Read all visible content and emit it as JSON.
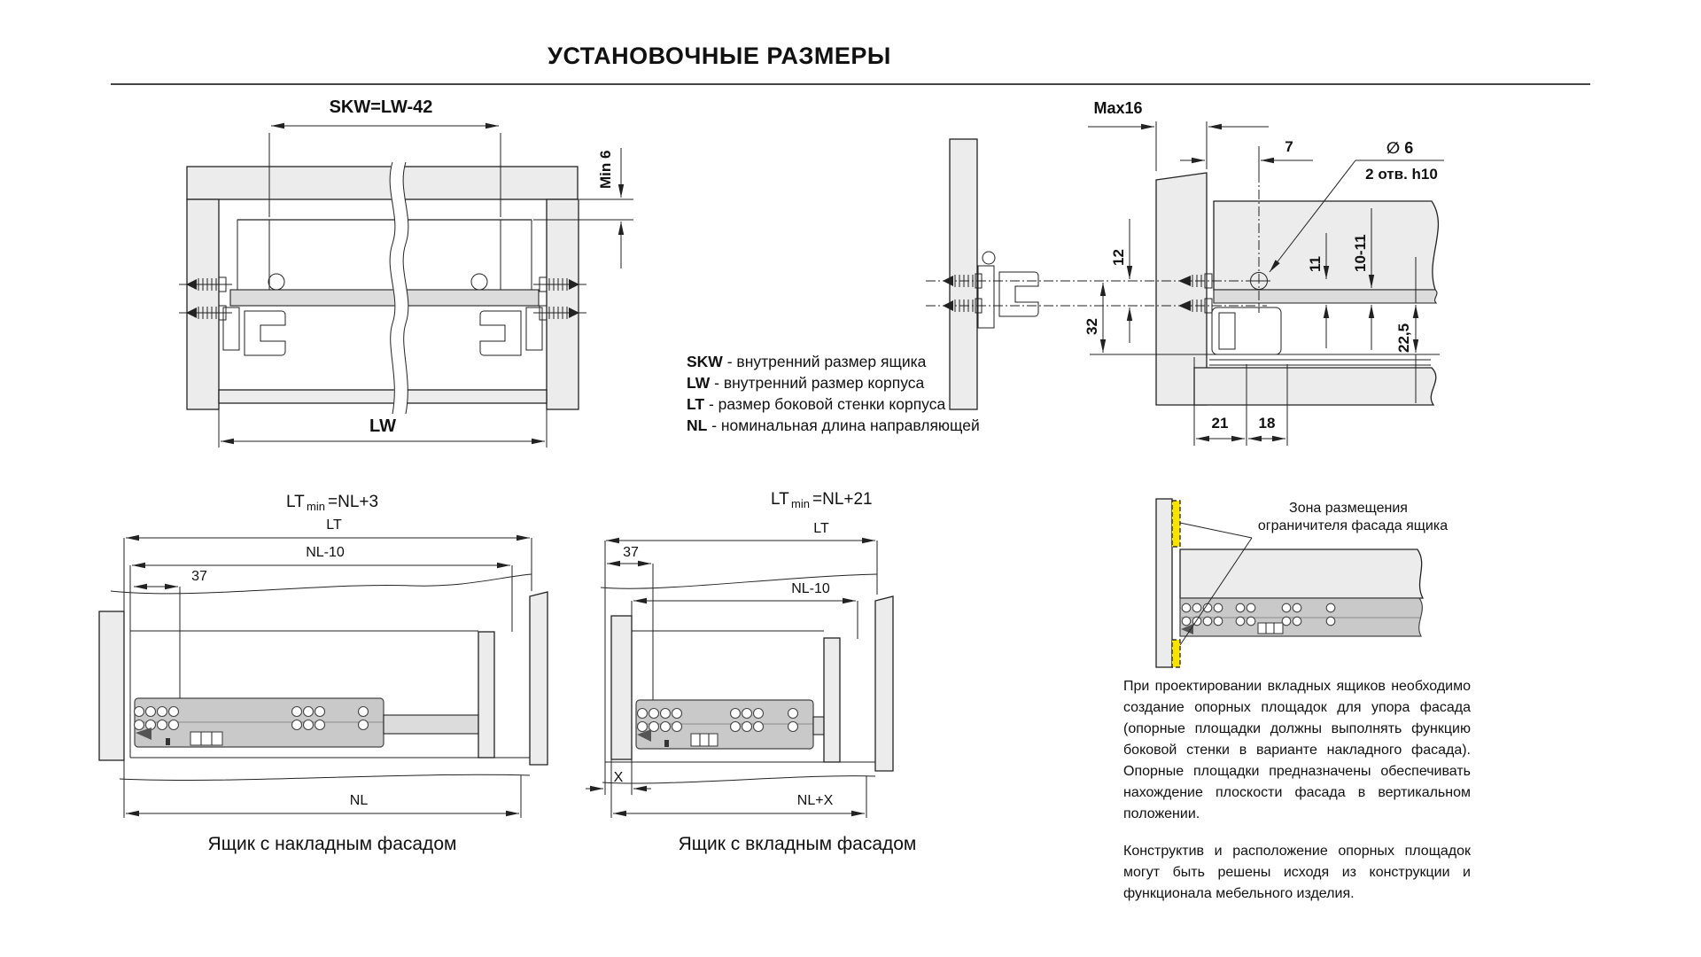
{
  "title": "УСТАНОВОЧНЫЕ РАЗМЕРЫ",
  "legend": {
    "items": [
      {
        "term": "SKW",
        "desc": "- внутренний размер ящика"
      },
      {
        "term": "LW",
        "desc": "- внутренний размер корпуса"
      },
      {
        "term": "LT",
        "desc": "- размер боковой стенки корпуса"
      },
      {
        "term": "NL",
        "desc": "- номинальная длина направляющей"
      }
    ]
  },
  "diagram1": {
    "skw_label": "SKW=LW-42",
    "min6_label": "Min 6",
    "lw_label": "LW"
  },
  "diagram2": {
    "max16": "Max16",
    "d7": "7",
    "dia": "∅ 6",
    "holes": "2 отв. h10",
    "d12": "12",
    "d32": "32",
    "d11": "11",
    "d10_11": "10-11",
    "d22_5": "22,5",
    "d21": "21",
    "d18": "18"
  },
  "diagram3": {
    "formula_base": "LT",
    "formula_sub": "min",
    "formula_rest": "=NL+3",
    "lt": "LT",
    "nl10": "NL-10",
    "d37": "37",
    "nl": "NL",
    "caption": "Ящик с накладным фасадом"
  },
  "diagram4": {
    "formula_base": "LT",
    "formula_sub": "min",
    "formula_rest": "=NL+21",
    "lt": "LT",
    "nl10": "NL-10",
    "d37": "37",
    "x": "X",
    "nlx": "NL+X",
    "caption": "Ящик с вкладным фасадом"
  },
  "zone": {
    "label_line1": "Зона размещения",
    "label_line2": "ограничителя фасада ящика"
  },
  "notes": {
    "p1": "При проектировании вкладных ящиков необходимо создание опорных площадок для упора фасада (опорные площадки должны выполнять функцию боковой стенки в варианте накладного фасада). Опорные площадки предназначены обеспечивать нахождение плоскости фасада в вертикальном положении.",
    "p2": "Конструктив и расположение опорных площадок могут быть решены исходя из конструкции и функционала мебельного изделия."
  },
  "colors": {
    "panel_fill": "#ececec",
    "rail_fill": "#c9c9c9",
    "accent_yellow": "#f6e400",
    "line": "#222222"
  }
}
